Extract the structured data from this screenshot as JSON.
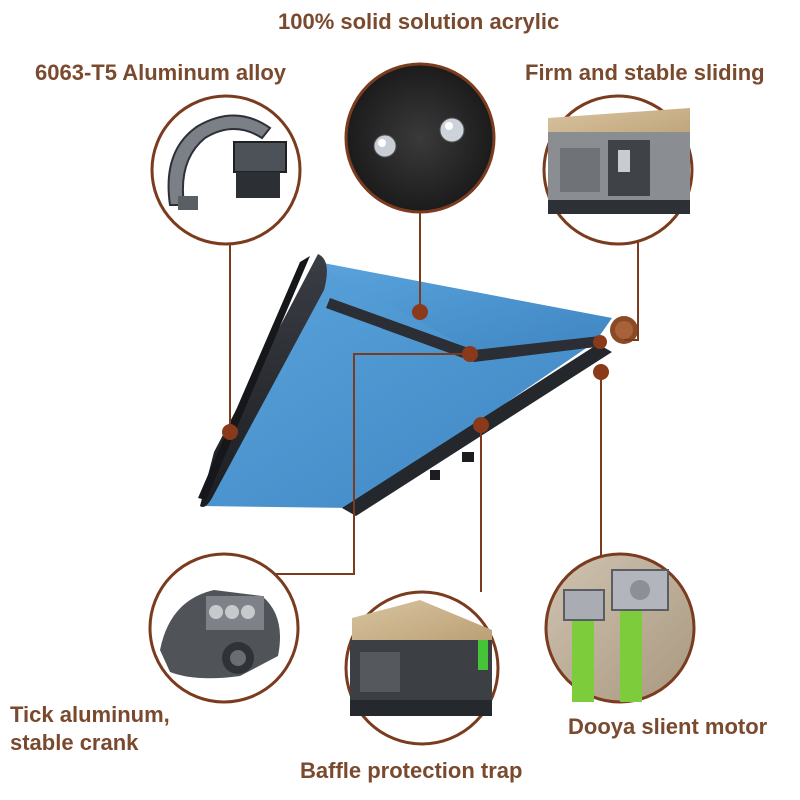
{
  "labels": {
    "top": "100% solid solution acrylic",
    "aluminum": "6063-T5 Aluminum alloy",
    "sliding": "Firm and stable sliding",
    "crank_line1": "Tick aluminum,",
    "crank_line2": "stable crank",
    "baffle": "Baffle protection trap",
    "motor": "Dooya slient motor"
  },
  "colors": {
    "label_text": "#7a4a2e",
    "connector": "#7a3b1e",
    "awning_fabric": "#4a93cf",
    "frame": "#2a2d33"
  }
}
